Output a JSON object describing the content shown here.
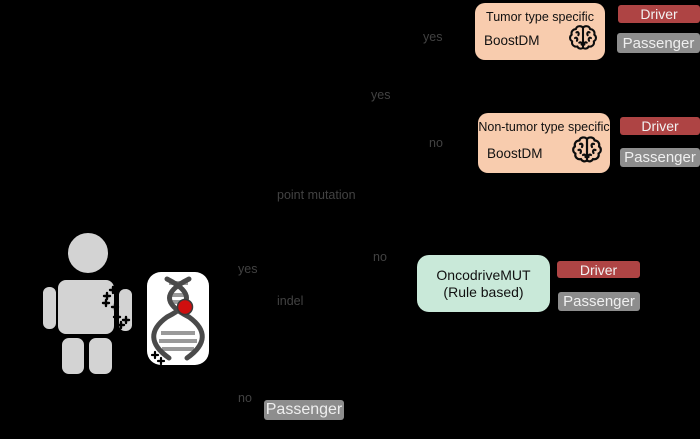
{
  "branch_labels": {
    "tumor_type_yes": "yes",
    "model_split_yes": "yes",
    "model_split_no": "no",
    "point_mutation": "point mutation",
    "coding_yes": "yes",
    "model_no": "no",
    "indel": "indel",
    "coding_no": "no"
  },
  "nodes": {
    "boostdm_tumor": {
      "title": "Tumor type specific",
      "model": "BoostDM"
    },
    "boostdm_nontumor": {
      "title": "Non-tumor type specific",
      "model": "BoostDM"
    },
    "oncodrivemut": {
      "line1": "OncodriveMUT",
      "line2": "(Rule based)"
    }
  },
  "badges": {
    "driver": "Driver",
    "passenger": "Passenger"
  },
  "colors": {
    "background": "#000000",
    "driver_badge": "#ae4444",
    "passenger_badge": "#8d8d8d",
    "boostdm_box": "#f8ccae",
    "oncodrivemut_box": "#c9e9d9",
    "mutation_dot": "#cf0f0f",
    "branch_label_text": "#424242"
  }
}
